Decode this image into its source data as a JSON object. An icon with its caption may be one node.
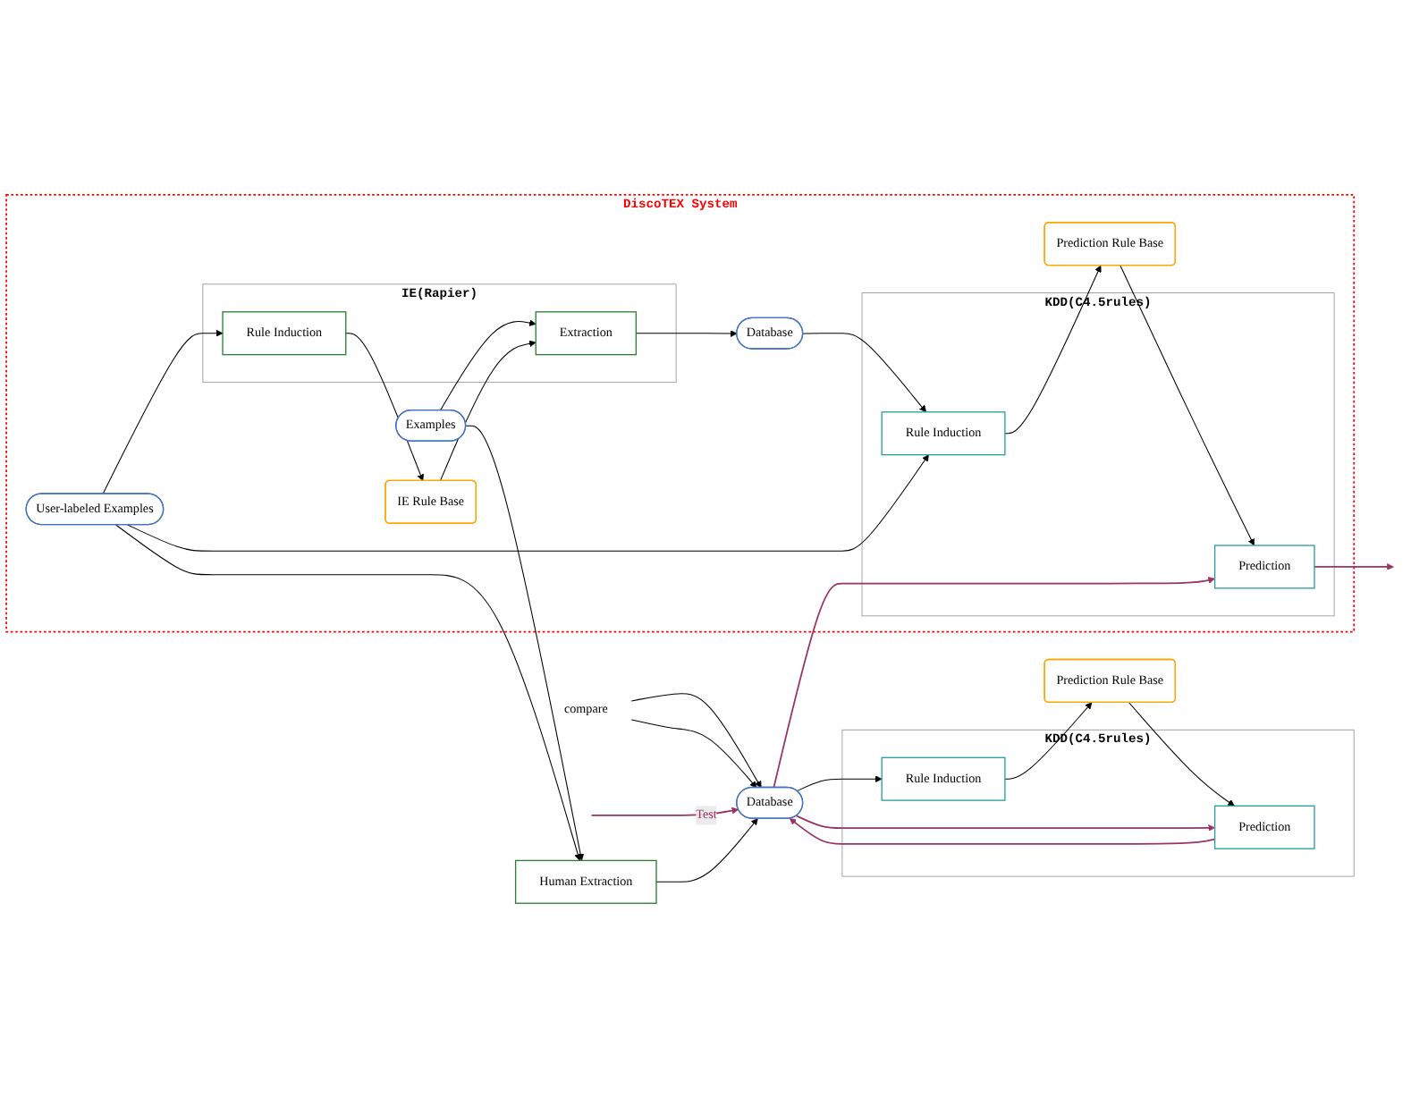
{
  "diagram": {
    "nodes": [
      {
        "text": [
          "DiscoTEX System"
        ]
      },
      {
        "text": [
          "User-labeled Examples"
        ],
        "in": 0
      },
      {
        "text": [
          "IE(Rapier)"
        ],
        "in": 0
      },
      {
        "text": [
          "Rule Induction"
        ],
        "in": 2
      },
      {
        "text": [
          "Extraction"
        ],
        "in": 2
      },
      {
        "text": [
          "IE Rule Base"
        ],
        "in": 0
      },
      {
        "text": [
          "Examples"
        ],
        "in": 0
      },
      {
        "text": [
          "Database"
        ],
        "in": 0
      },
      {
        "text": [
          "KDD(C4.5rules)"
        ],
        "in": 0
      },
      {
        "text": [
          "Rule Induction"
        ],
        "in": 8
      },
      {
        "text": [
          "Prediction"
        ],
        "in": 8
      },
      {
        "text": [
          "Prediction Rule Base"
        ],
        "in": 0
      },
      {
        "text": [
          "KDD(C4.5rules)"
        ]
      },
      {
        "text": [
          "Rule Induction"
        ],
        "in": 12
      },
      {
        "text": [
          "Prediction"
        ],
        "in": 12
      },
      {
        "text": [
          "Human Extraction"
        ]
      },
      {
        "text": [
          "Database"
        ]
      },
      {
        "text": [
          "Prediction Rule Base"
        ]
      },
      {
        "text": [
          "compare"
        ]
      }
    ],
    "edges": [
      {
        "from": 1,
        "to": 3,
        "arrow": "to"
      },
      {
        "from": 3,
        "to": 5,
        "arrow": "to"
      },
      {
        "from": 5,
        "to": 4,
        "arrow": "to"
      },
      {
        "from": 6,
        "to": 4,
        "arrow": "to"
      },
      {
        "from": 4,
        "to": 7,
        "arrow": "to"
      },
      {
        "from": 7,
        "to": 9,
        "arrow": "to"
      },
      {
        "from": 1,
        "to": 9,
        "arrow": "to"
      },
      {
        "from": 9,
        "to": 11,
        "arrow": "to"
      },
      {
        "from": 11,
        "to": 10,
        "arrow": "to"
      },
      {
        "from": 10,
        "to": null,
        "arrow": "to",
        "color": "#993366"
      },
      {
        "from": 1,
        "to": 15,
        "arrow": "to"
      },
      {
        "from": 6,
        "to": 15,
        "arrow": "to"
      },
      {
        "from": 15,
        "to": 16,
        "arrow": "to"
      },
      {
        "from": 16,
        "to": 10,
        "arrow": "to",
        "color": "#993366"
      },
      {
        "from": 16,
        "to": 13,
        "arrow": "to"
      },
      {
        "from": 16,
        "to": 14,
        "arrow": "to",
        "color": "#993366"
      },
      {
        "from": 13,
        "to": 17,
        "arrow": "to"
      },
      {
        "from": 17,
        "to": 14,
        "arrow": "to"
      },
      {
        "from": 14,
        "to": 16,
        "arrow": "to",
        "color": "#993366"
      },
      {
        "from": null,
        "to": 16,
        "arrow": "to",
        "label": "Test",
        "color": "#993366"
      },
      {
        "from": 18,
        "to": 16,
        "arrow": "to"
      },
      {
        "from": 18,
        "to": 16,
        "arrow": "to"
      }
    ]
  }
}
